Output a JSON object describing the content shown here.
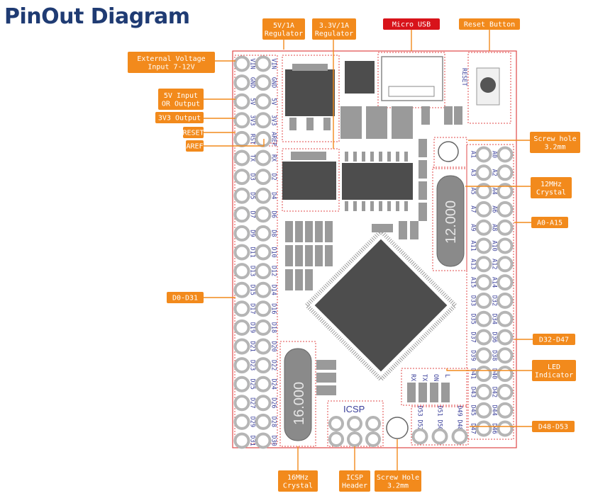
{
  "title": "PinOut Diagram",
  "colors": {
    "tag": "#f28a1c",
    "usb_tag": "#d8131a",
    "title": "#1f3b73",
    "pin_text": "#3a3f9a",
    "board_outline": "#e04848"
  },
  "tags": {
    "ext_voltage": [
      "External Voltage",
      "Input 7-12V"
    ],
    "v5_io": [
      "5V Input",
      "OR Output"
    ],
    "v3v3_out": [
      "3V3 Output"
    ],
    "reset": [
      "RESET"
    ],
    "aref": [
      "AREF"
    ],
    "d0_d31": [
      "D0-D31"
    ],
    "reg_5v": [
      "5V/1A",
      "Regulator"
    ],
    "reg_3v3": [
      "3.3V/1A",
      "Regulator"
    ],
    "micro_usb": [
      "Micro USB"
    ],
    "reset_button": [
      "Reset Button"
    ],
    "screw_hole_top": [
      "Screw hole",
      "3.2mm"
    ],
    "crystal_12": [
      "12MHz",
      "Crystal"
    ],
    "a0_a15": [
      "A0-A15"
    ],
    "d32_d47": [
      "D32-D47"
    ],
    "led_indicator": [
      "LED",
      "Indicator"
    ],
    "d48_d53": [
      "D48-D53"
    ],
    "crystal_16": [
      "16MHz",
      "Crystal"
    ],
    "icsp_header": [
      "ICSP",
      "Header"
    ],
    "screw_hole_bottom": [
      "Screw Hole",
      "3.2mm"
    ]
  },
  "board": {
    "reset_label": "RESET",
    "icsp_label": "ICSP",
    "crystal_12_mark": "12.000",
    "crystal_16_mark": "16.000",
    "left_outer_pins": [
      "VIN",
      "GND",
      "5V",
      "3V3",
      "RST",
      "TX",
      "D3",
      "D5",
      "D7",
      "D9",
      "D11",
      "D13",
      "D15",
      "D17",
      "D19",
      "D21",
      "D23",
      "D25",
      "D27",
      "D29",
      "D31"
    ],
    "left_inner_pins": [
      "VIN",
      "GND",
      "5V",
      "3V3",
      "AREF",
      "RX",
      "D2",
      "D4",
      "D6",
      "D8",
      "D10",
      "D12",
      "D14",
      "D16",
      "D18",
      "D20",
      "D22",
      "D24",
      "D26",
      "D28",
      "D30"
    ],
    "right_inner_pins": [
      "A1",
      "A3",
      "A5",
      "A7",
      "A9",
      "A11",
      "A13",
      "A15",
      "D33",
      "D35",
      "D37",
      "D39",
      "D41",
      "D43",
      "D45",
      "D47"
    ],
    "right_outer_pins": [
      "A0",
      "A2",
      "A4",
      "A6",
      "A8",
      "A10",
      "A12",
      "A14",
      "D32",
      "D34",
      "D36",
      "D38",
      "D40",
      "D42",
      "D44",
      "D46"
    ],
    "bottom_top_pins": [
      "D53",
      "D51",
      "D49"
    ],
    "bottom_bottom_pins": [
      "D52",
      "D50",
      "D48"
    ],
    "led_labels": [
      "RX",
      "TX",
      "ON",
      "L"
    ]
  }
}
